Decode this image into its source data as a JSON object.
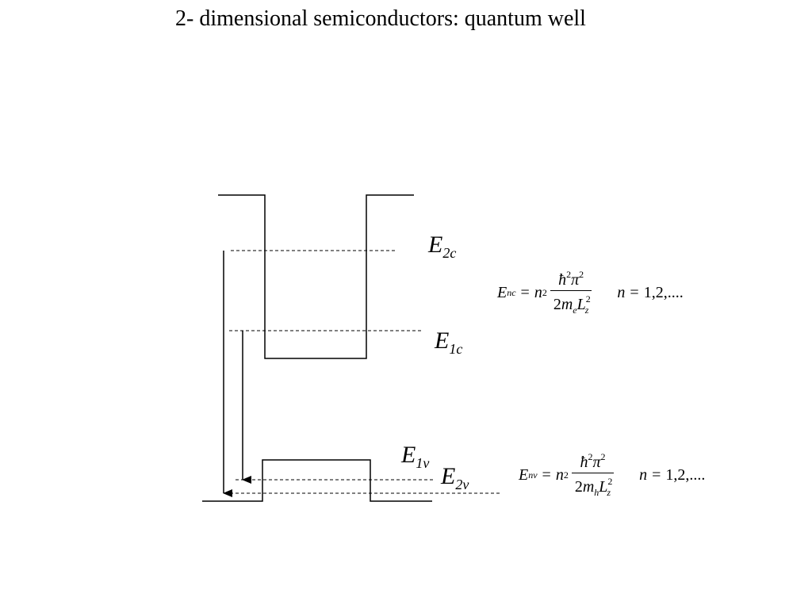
{
  "title": "2- dimensional semiconductors: quantum well",
  "labels": {
    "e2c": {
      "base": "E",
      "sub": "2c"
    },
    "e1c": {
      "base": "E",
      "sub": "1c"
    },
    "e1v": {
      "base": "E",
      "sub": "1v"
    },
    "e2v": {
      "base": "E",
      "sub": "2v"
    }
  },
  "eq_conduction": {
    "lhs": "E",
    "lhs_sub": "nc",
    "eq": "=",
    "n": "n",
    "n_exp": "2",
    "num_hbar": "ħ",
    "num_hbar_exp": "2",
    "num_pi": "π",
    "num_pi_exp": "2",
    "den_coef": "2",
    "den_m": "m",
    "den_m_sub": "e",
    "den_L": "L",
    "den_L_exp": "2",
    "den_L_sub": "z",
    "cond_n": "n",
    "cond_eq": "=",
    "cond_vals": "1,2,...."
  },
  "eq_valence": {
    "lhs": "E",
    "lhs_sub": "nv",
    "eq": "=",
    "n": "n",
    "n_exp": "2",
    "num_hbar": "ħ",
    "num_hbar_exp": "2",
    "num_pi": "π",
    "num_pi_exp": "2",
    "den_coef": "2",
    "den_m": "m",
    "den_m_sub": "h",
    "den_L": "L",
    "den_L_exp": "2",
    "den_L_sub": "z",
    "cond_n": "n",
    "cond_eq": "=",
    "cond_vals": "1,2,...."
  }
}
